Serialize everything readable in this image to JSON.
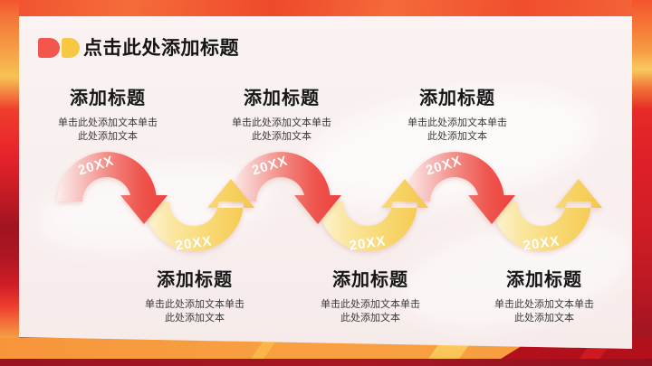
{
  "slide": {
    "title": "点击此处添加标题",
    "title_icons": [
      "d-shape-red-icon",
      "d-shape-yellow-icon"
    ]
  },
  "top_groups": [
    {
      "heading": "添加标题",
      "body_line1": "单击此处添加文本单击",
      "body_line2": "此处添加文本"
    },
    {
      "heading": "添加标题",
      "body_line1": "单击此处添加文本单击",
      "body_line2": "此处添加文本"
    },
    {
      "heading": "添加标题",
      "body_line1": "单击此处添加文本单击",
      "body_line2": "此处添加文本"
    }
  ],
  "bottom_groups": [
    {
      "heading": "添加标题",
      "body_line1": "单击此处添加文本单击",
      "body_line2": "此处添加文本"
    },
    {
      "heading": "添加标题",
      "body_line1": "单击此处添加文本单击",
      "body_line2": "此处添加文本"
    },
    {
      "heading": "添加标题",
      "body_line1": "单击此处添加文本单击",
      "body_line2": "此处添加文本"
    }
  ],
  "timeline": {
    "type": "wave-arrow-timeline",
    "segments": [
      {
        "label": "20XX",
        "shape": "arch-down-arrow",
        "color": "red"
      },
      {
        "label": "20XX",
        "shape": "arch-up-arrow",
        "color": "yellow"
      },
      {
        "label": "20XX",
        "shape": "arch-down-arrow",
        "color": "red"
      },
      {
        "label": "20XX",
        "shape": "arch-up-arrow",
        "color": "yellow"
      },
      {
        "label": "20XX",
        "shape": "arch-down-arrow",
        "color": "red"
      },
      {
        "label": "20XX",
        "shape": "arch-up-arrow",
        "color": "yellow"
      }
    ]
  },
  "colors": {
    "arc_red": "#ec413c",
    "arc_red_light": "#fdedec",
    "arc_yellow": "#f3c74b",
    "arc_yellow_light": "#fdf5d7",
    "card_bg": "#f8efee",
    "frame_red": "#dc2027",
    "frame_maroon": "#9b1320",
    "frame_orange": "#f89f42",
    "frame_yellow": "#f9ca5e",
    "icon_red": "#f2564d",
    "icon_yellow": "#f6c844",
    "title_text": "#161616",
    "body_text": "#3a3a3a",
    "arc_label_text": "#ffffff"
  }
}
